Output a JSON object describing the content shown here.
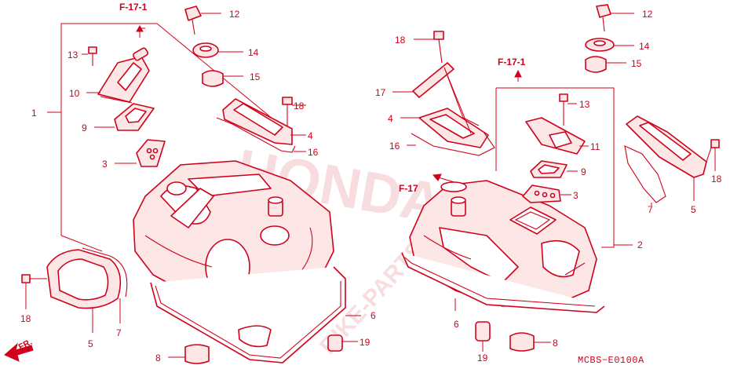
{
  "callouts": {
    "c_1": "1",
    "c_2": "2",
    "c_3a": "3",
    "c_3b": "3",
    "c_4a": "4",
    "c_4b": "4",
    "c_5a": "5",
    "c_5b": "5",
    "c_6a": "6",
    "c_6b": "6",
    "c_7a": "7",
    "c_7b": "7",
    "c_8a": "8",
    "c_8b": "8",
    "c_9a": "9",
    "c_9b": "9",
    "c_10": "10",
    "c_11": "11",
    "c_12a": "12",
    "c_12b": "12",
    "c_13a": "13",
    "c_13b": "13",
    "c_14a": "14",
    "c_14b": "14",
    "c_15a": "15",
    "c_15b": "15",
    "c_16a": "16",
    "c_16b": "16",
    "c_17": "17",
    "c_18a": "18",
    "c_18b": "18",
    "c_18c": "18",
    "c_18d": "18",
    "c_19a": "19",
    "c_19b": "19"
  },
  "references": {
    "ref_left": "F-17-1",
    "ref_right": "F-17-1",
    "ref_f17": "F-17"
  },
  "direction": "FR.",
  "diagram_code": "MCBS−E0100A",
  "watermark": {
    "brand": "HONDA",
    "site": "BIKE-PARTS-WEB"
  },
  "colors": {
    "line": "#d0021b",
    "fill": "#fde6e6",
    "background": "#ffffff"
  }
}
